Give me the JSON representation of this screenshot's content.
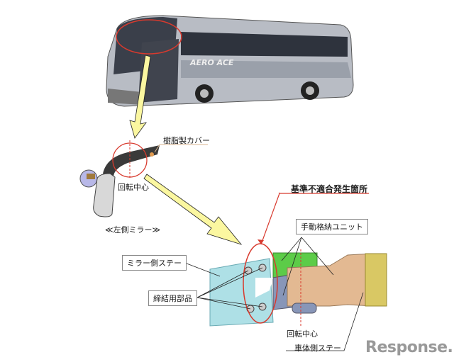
{
  "bus": {
    "brand_text": "AERO ACE"
  },
  "labels": {
    "resin_cover": "樹脂製カバー",
    "rotation_center_top": "回転中心",
    "left_mirror": "≪左側ミラー≫",
    "nonconformity_location": "基準不適合発生箇所",
    "manual_fold_unit": "手動格納ユニット",
    "mirror_side_stay": "ミラー側ステー",
    "fastening_parts": "締結用部品",
    "rotation_center_bottom": "回転中心",
    "body_side_stay": "車体側ステー"
  },
  "watermark": "Response.",
  "colors": {
    "highlight": "#d83a2e",
    "arrow": "#fbf7a0"
  }
}
